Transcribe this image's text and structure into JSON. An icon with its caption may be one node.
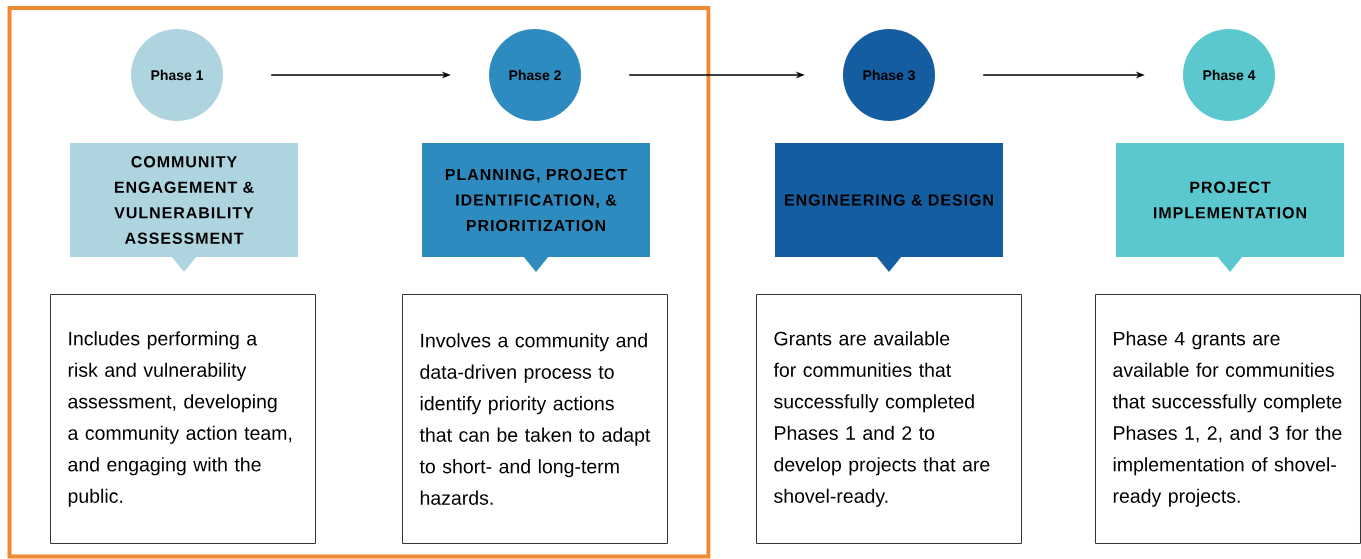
{
  "diagram": {
    "nodes": [
      {
        "text": [],
        "shape": "box"
      },
      {
        "text": [
          "Phase 1"
        ],
        "in": 0
      },
      {
        "text": [
          "COMMUNITY ENGAGEMENT & VULNERABILITY ASSESSMENT"
        ],
        "in": 0
      },
      {
        "text": [
          "Includes performing a risk and vulnerability assessment, developing a community action team, and engaging with the public."
        ],
        "in": 0
      },
      {
        "text": [
          "Phase 2"
        ],
        "in": 0
      },
      {
        "text": [
          "PLANNING, PROJECT IDENTIFICATION, & PRIORITIZATION"
        ],
        "in": 0
      },
      {
        "text": [
          "Involves a community and data-driven process to identify priority actions that can be taken to adapt to short- and long-term hazards."
        ],
        "in": 0
      },
      {
        "text": [
          "Phase 3"
        ]
      },
      {
        "text": [
          "ENGINEERING & DESIGN"
        ]
      },
      {
        "text": [
          "Grants are available for communities that successfully completed Phases 1 and 2 to develop projects that are shovel-ready."
        ]
      },
      {
        "text": [
          "Phase 4"
        ]
      },
      {
        "text": [
          "PROJECT IMPLEMENTATION"
        ]
      },
      {
        "text": [
          "Phase 4 grants are available for communities that successfully complete Phases 1, 2, and 3 for the implementation of shovel-ready projects."
        ]
      }
    ],
    "edges": [
      {
        "from": 1,
        "to": 4,
        "arrow": "to"
      },
      {
        "from": 4,
        "to": 7,
        "arrow": "to"
      },
      {
        "from": 7,
        "to": 10,
        "arrow": "to"
      }
    ]
  }
}
